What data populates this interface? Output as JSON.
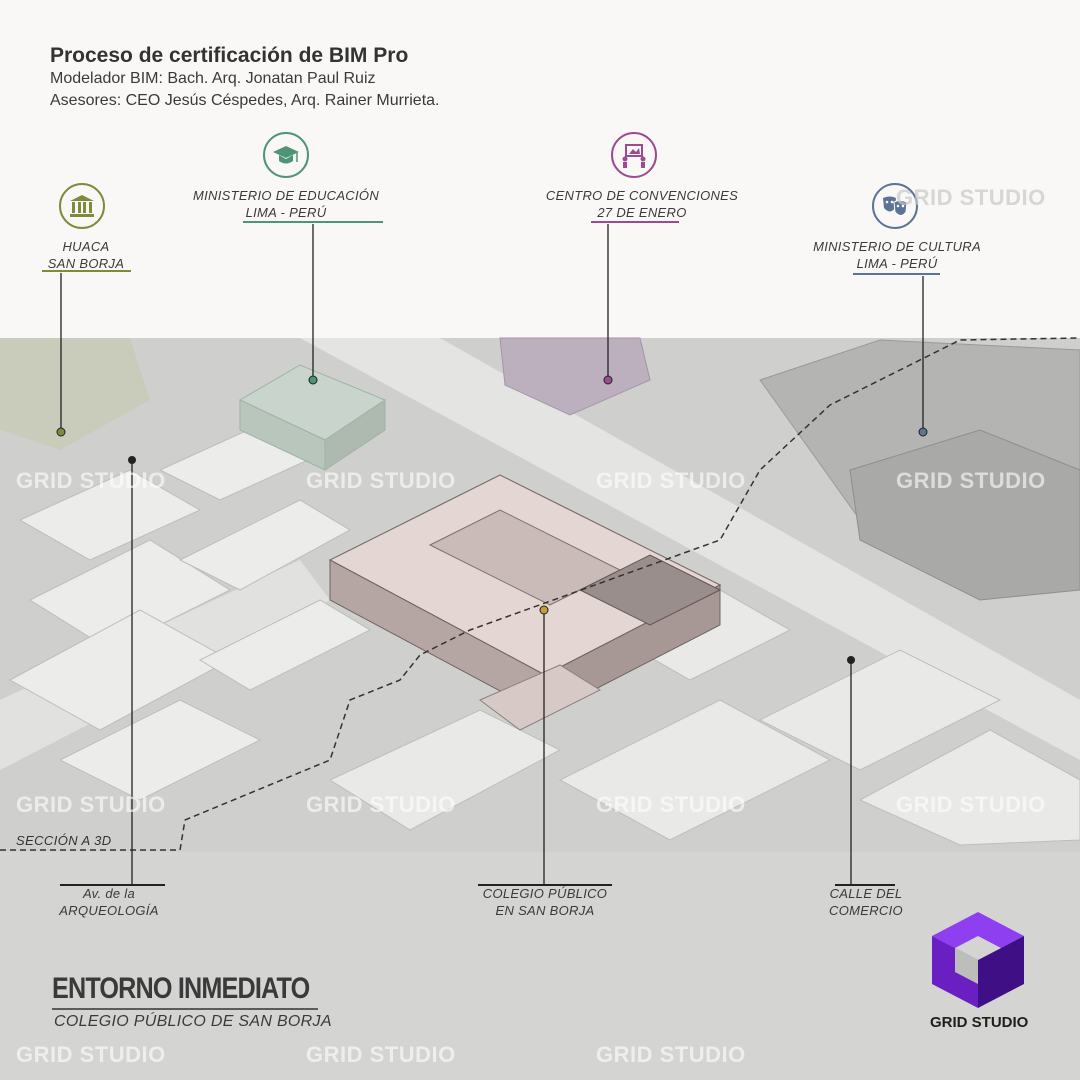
{
  "header": {
    "title": "Proceso de certificación de BIM Pro",
    "modeler": "Modelador BIM: Bach. Arq. Jonatan Paul Ruiz",
    "advisors": "Asesores: CEO Jesús Céspedes, Arq. Rainer Murrieta."
  },
  "landmarks": [
    {
      "line1": "HUACA",
      "line2": "SAN BORJA",
      "color": "#7f8a3a",
      "icon": "temple-icon"
    },
    {
      "line1": "MINISTERIO DE EDUCACIÓN",
      "line2": "LIMA - PERÚ",
      "color": "#4f9476",
      "icon": "graduation-cap-icon"
    },
    {
      "line1": "CENTRO DE CONVENCIONES",
      "line2": "27 DE ENERO",
      "color": "#9e4a90",
      "icon": "convention-icon"
    },
    {
      "line1": "MINISTERIO DE CULTURA",
      "line2": "LIMA - PERÚ",
      "color": "#5b7394",
      "icon": "theatre-masks-icon"
    }
  ],
  "streets": [
    {
      "line1": "Av. de la",
      "line2": "ARQUEOLOGÍA"
    },
    {
      "line1": "COLEGIO PÚBLICO",
      "line2": "EN SAN BORJA"
    },
    {
      "line1": "CALLE DEL",
      "line2": "COMERCIO"
    }
  ],
  "section_label": "SECCIÓN A 3D",
  "footer": {
    "title": "ENTORNO INMEDIATO",
    "subtitle": "COLEGIO PÚBLICO DE SAN BORJA"
  },
  "brand": {
    "name": "GRID STUDIO",
    "watermark": "GRID STUDIO",
    "logo_color": "#6a1fc2"
  }
}
